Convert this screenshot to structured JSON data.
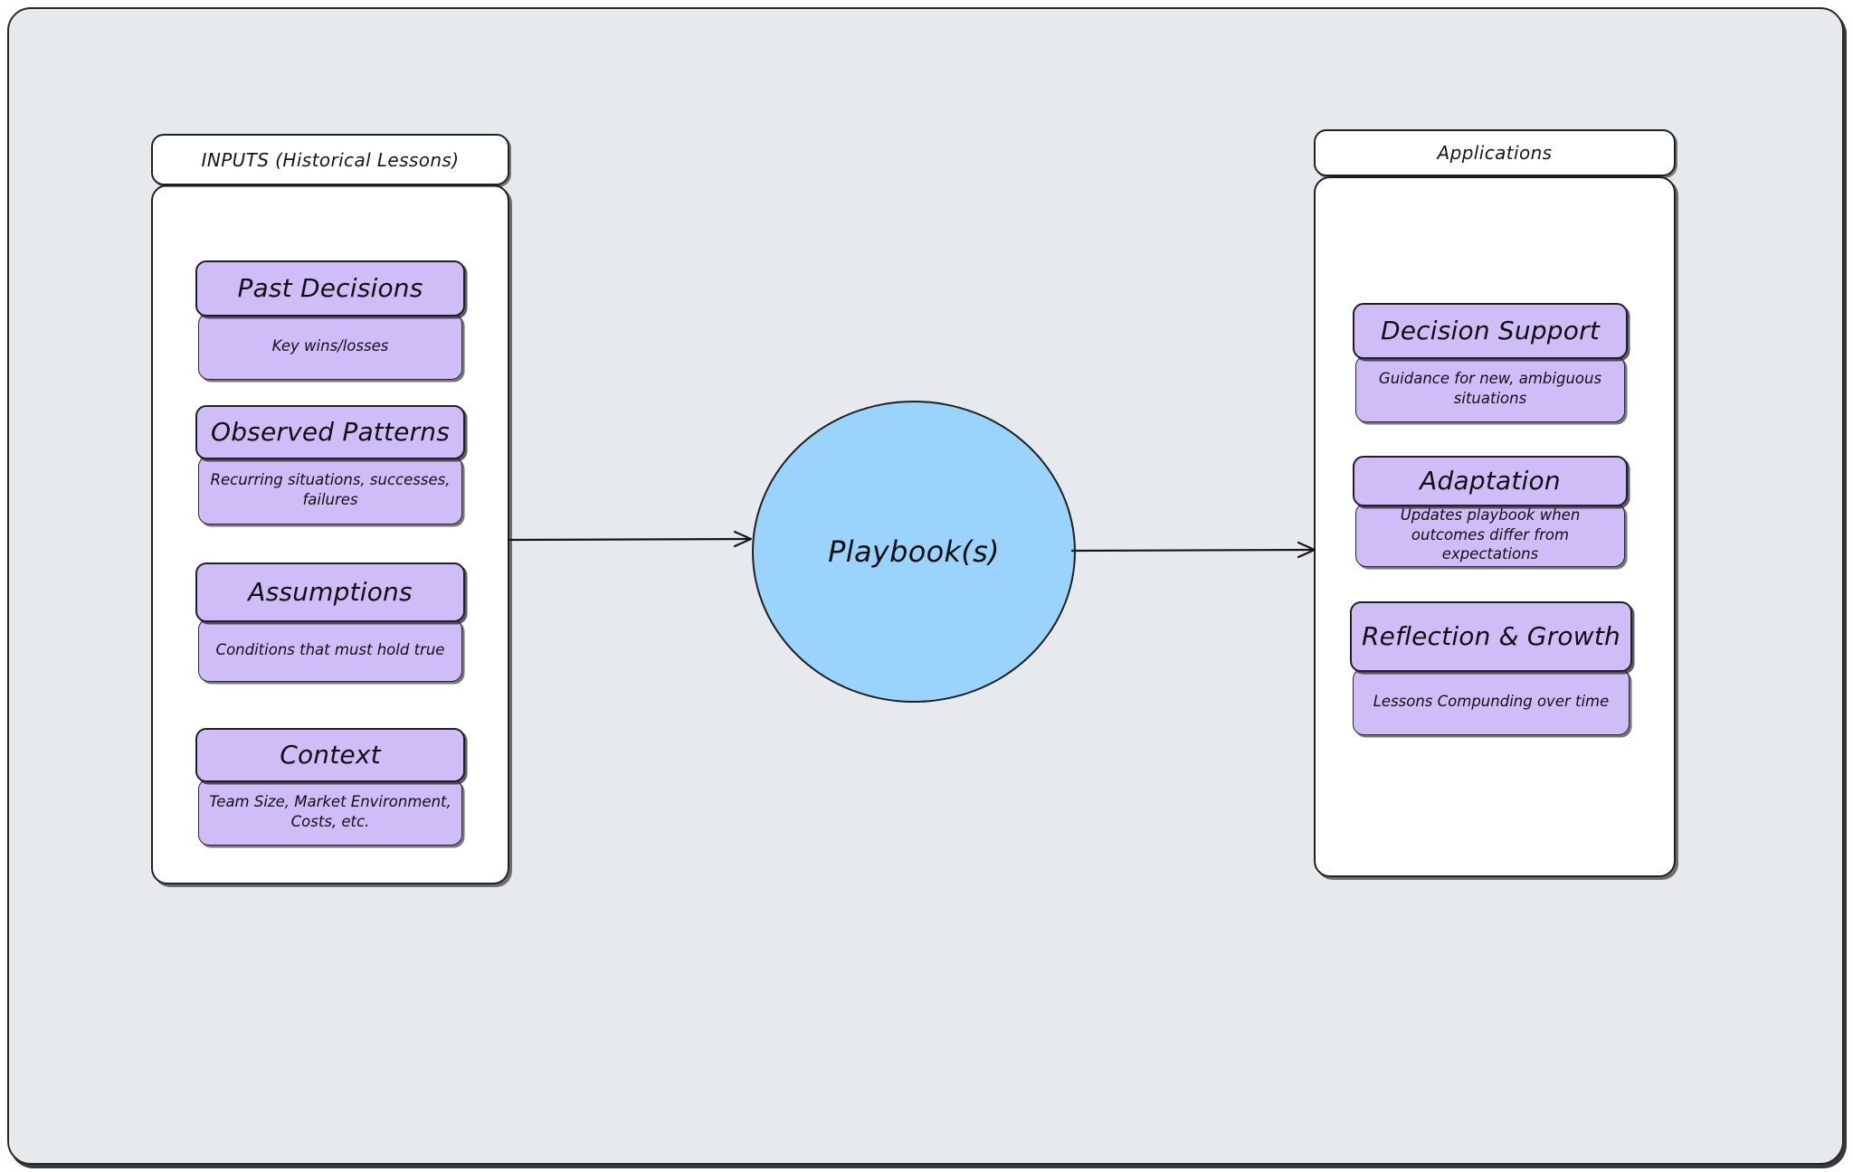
{
  "canvas": {
    "background_color": "#e7eaed",
    "outer_background_color": "#ffffff",
    "stroke_color": "#1f2123"
  },
  "theme": {
    "card_fill": "#cfbdf7",
    "hub_fill": "#9ad3fb",
    "panel_fill": "#ffffff"
  },
  "columns": [
    {
      "id": "inputs",
      "header": "INPUTS (Historical Lessons)",
      "cards": [
        {
          "title": "Past Decisions",
          "body": "Key wins/losses"
        },
        {
          "title": "Observed Patterns",
          "body": "Recurring situations, successes, failures"
        },
        {
          "title": "Assumptions",
          "body": "Conditions that must hold true"
        },
        {
          "title": "Context",
          "body": "Team Size, Market Environment, Costs, etc."
        }
      ]
    },
    {
      "id": "applications",
      "header": "Applications",
      "cards": [
        {
          "title": "Decision Support",
          "body": "Guidance for new, ambiguous situations"
        },
        {
          "title": "Adaptation",
          "body": "Updates playbook when outcomes differ from expectations"
        },
        {
          "title": "Reflection & Growth",
          "body": "Lessons Compunding over time"
        }
      ]
    }
  ],
  "hub": {
    "label": "Playbook(s)"
  },
  "connectors": [
    {
      "id": "inputs-to-hub",
      "from": "inputs",
      "to": "hub",
      "style": "arrow"
    },
    {
      "id": "hub-to-apps",
      "from": "hub",
      "to": "applications",
      "style": "arrow"
    }
  ]
}
